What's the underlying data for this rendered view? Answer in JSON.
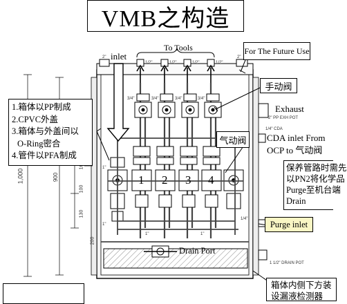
{
  "title": "VMB之构造",
  "labels": {
    "inlet": "inlet",
    "to_tools": "To Tools",
    "future_use": "For The Future Use",
    "manual_valve": "手动阀",
    "exhaust": "Exhaust",
    "exhaust_sub": "2\" PP EXH POT",
    "cda_size": "1/4\" CDA",
    "cda_line1": "CDA inlet From",
    "cda_line2": "OCP to 气动阀",
    "pneumatic_valve": "气动阀",
    "purge_note": [
      "保养管路时需先",
      "以PN2将化学品",
      "Purge至机台端",
      "Drain"
    ],
    "purge_inlet": "Purge inlet",
    "drain_port": "Drain Port",
    "drain_pot": "1 1/2\" DRAIN POT",
    "bottom_note": [
      "箱体内侧下方装",
      "设漏液检测器"
    ]
  },
  "notes": [
    "1.箱体以PP制成",
    "2.CPVC外盖",
    "3.箱体与外盖间以",
    "O-Ring密合",
    "4.管件以PFA制成"
  ],
  "channels": [
    "1",
    "2",
    "3",
    "4"
  ],
  "pipe_sizes": {
    "top_half": "1/2\"",
    "top_large": "2\"",
    "three_quarter": "3/4\"",
    "one_inch": "1\"",
    "quarter": "1/4\""
  },
  "dimensions": {
    "overall_height": "1,000",
    "inner_height": "900",
    "d160": "160",
    "d100": "100",
    "d130": "130",
    "d200": "200"
  },
  "colors": {
    "line": "#000000",
    "pipe": "#444444",
    "highlight": "#f9f6c4",
    "hatch": "#888888",
    "panel": "#f4f4f4"
  }
}
